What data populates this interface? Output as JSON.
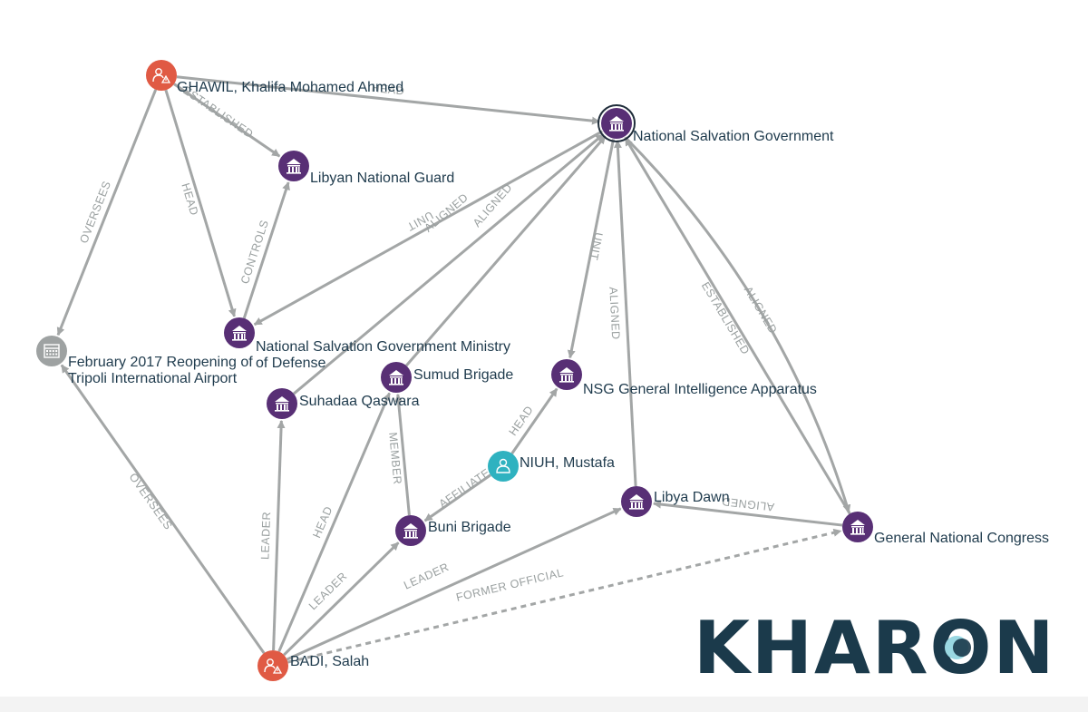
{
  "colors": {
    "organization": "#582f75",
    "person_sanctioned": "#e05a44",
    "person": "#2fb2c0",
    "event": "#9ea2a2",
    "edge": "#a3a6a6",
    "label": "#1f3b4d",
    "edge_label": "#9aa0a0",
    "brand": "#1b3a4b"
  },
  "nodes": [
    {
      "id": "ghawil",
      "label": "GHAWIL, Khalifa Mohamed Ahmed",
      "type": "person_sanctioned",
      "icon": "person-warning-icon"
    },
    {
      "id": "nsg",
      "label": "National Salvation Government",
      "type": "organization",
      "icon": "government-building-icon",
      "selected": true
    },
    {
      "id": "lng",
      "label": "Libyan National Guard",
      "type": "organization",
      "icon": "government-building-icon"
    },
    {
      "id": "nsgmod",
      "label": "National Salvation Government Ministry of Defense",
      "type": "organization",
      "icon": "government-building-icon"
    },
    {
      "id": "feb2017",
      "label": "February 2017 Reopening of Tripoli International Airport",
      "type": "event",
      "icon": "calendar-icon"
    },
    {
      "id": "sumud",
      "label": "Sumud Brigade",
      "type": "organization",
      "icon": "government-building-icon"
    },
    {
      "id": "nsggia",
      "label": "NSG General Intelligence Apparatus",
      "type": "organization",
      "icon": "government-building-icon"
    },
    {
      "id": "suhadaa",
      "label": "Suhadaa Qaswara",
      "type": "organization",
      "icon": "government-building-icon"
    },
    {
      "id": "niuh",
      "label": "NIUH, Mustafa",
      "type": "person",
      "icon": "person-icon"
    },
    {
      "id": "libyadawn",
      "label": "Libya Dawn",
      "type": "organization",
      "icon": "government-building-icon"
    },
    {
      "id": "buni",
      "label": "Buni Brigade",
      "type": "organization",
      "icon": "government-building-icon"
    },
    {
      "id": "gnc",
      "label": "General National Congress",
      "type": "organization",
      "icon": "government-building-icon"
    },
    {
      "id": "badi",
      "label": "BADI, Salah",
      "type": "person_sanctioned",
      "icon": "person-warning-icon"
    }
  ],
  "edges": [
    {
      "from": "ghawil",
      "to": "nsg",
      "label": "HEAD"
    },
    {
      "from": "ghawil",
      "to": "lng",
      "label": "ESTABLISHED"
    },
    {
      "from": "ghawil",
      "to": "nsgmod",
      "label": "HEAD"
    },
    {
      "from": "ghawil",
      "to": "feb2017",
      "label": "OVERSEES"
    },
    {
      "from": "nsgmod",
      "to": "lng",
      "label": "CONTROLS"
    },
    {
      "from": "nsg",
      "to": "nsgmod",
      "label": "UNIT"
    },
    {
      "from": "suhadaa",
      "to": "nsg",
      "label": "ALIGNED"
    },
    {
      "from": "sumud",
      "to": "nsg",
      "label": "ALIGNED"
    },
    {
      "from": "nsg",
      "to": "nsggia",
      "label": "UNIT"
    },
    {
      "from": "libyadawn",
      "to": "nsg",
      "label": "ALIGNED"
    },
    {
      "from": "gnc",
      "to": "nsg",
      "label": "ESTABLISHED"
    },
    {
      "from": "nsg",
      "to": "gnc",
      "label": "ALIGNED"
    },
    {
      "from": "niuh",
      "to": "nsggia",
      "label": "HEAD"
    },
    {
      "from": "niuh",
      "to": "buni",
      "label": "AFFILIATE"
    },
    {
      "from": "buni",
      "to": "sumud",
      "label": "MEMBER"
    },
    {
      "from": "gnc",
      "to": "libyadawn",
      "label": "ALIGNED"
    },
    {
      "from": "badi",
      "to": "feb2017",
      "label": "OVERSEES"
    },
    {
      "from": "badi",
      "to": "suhadaa",
      "label": "LEADER"
    },
    {
      "from": "badi",
      "to": "sumud",
      "label": "HEAD"
    },
    {
      "from": "badi",
      "to": "buni",
      "label": "LEADER"
    },
    {
      "from": "badi",
      "to": "libyadawn",
      "label": "LEADER"
    },
    {
      "from": "badi",
      "to": "gnc",
      "label": "FORMER OFFICIAL",
      "dashed": true
    }
  ],
  "logo": {
    "text": "KHARON"
  }
}
